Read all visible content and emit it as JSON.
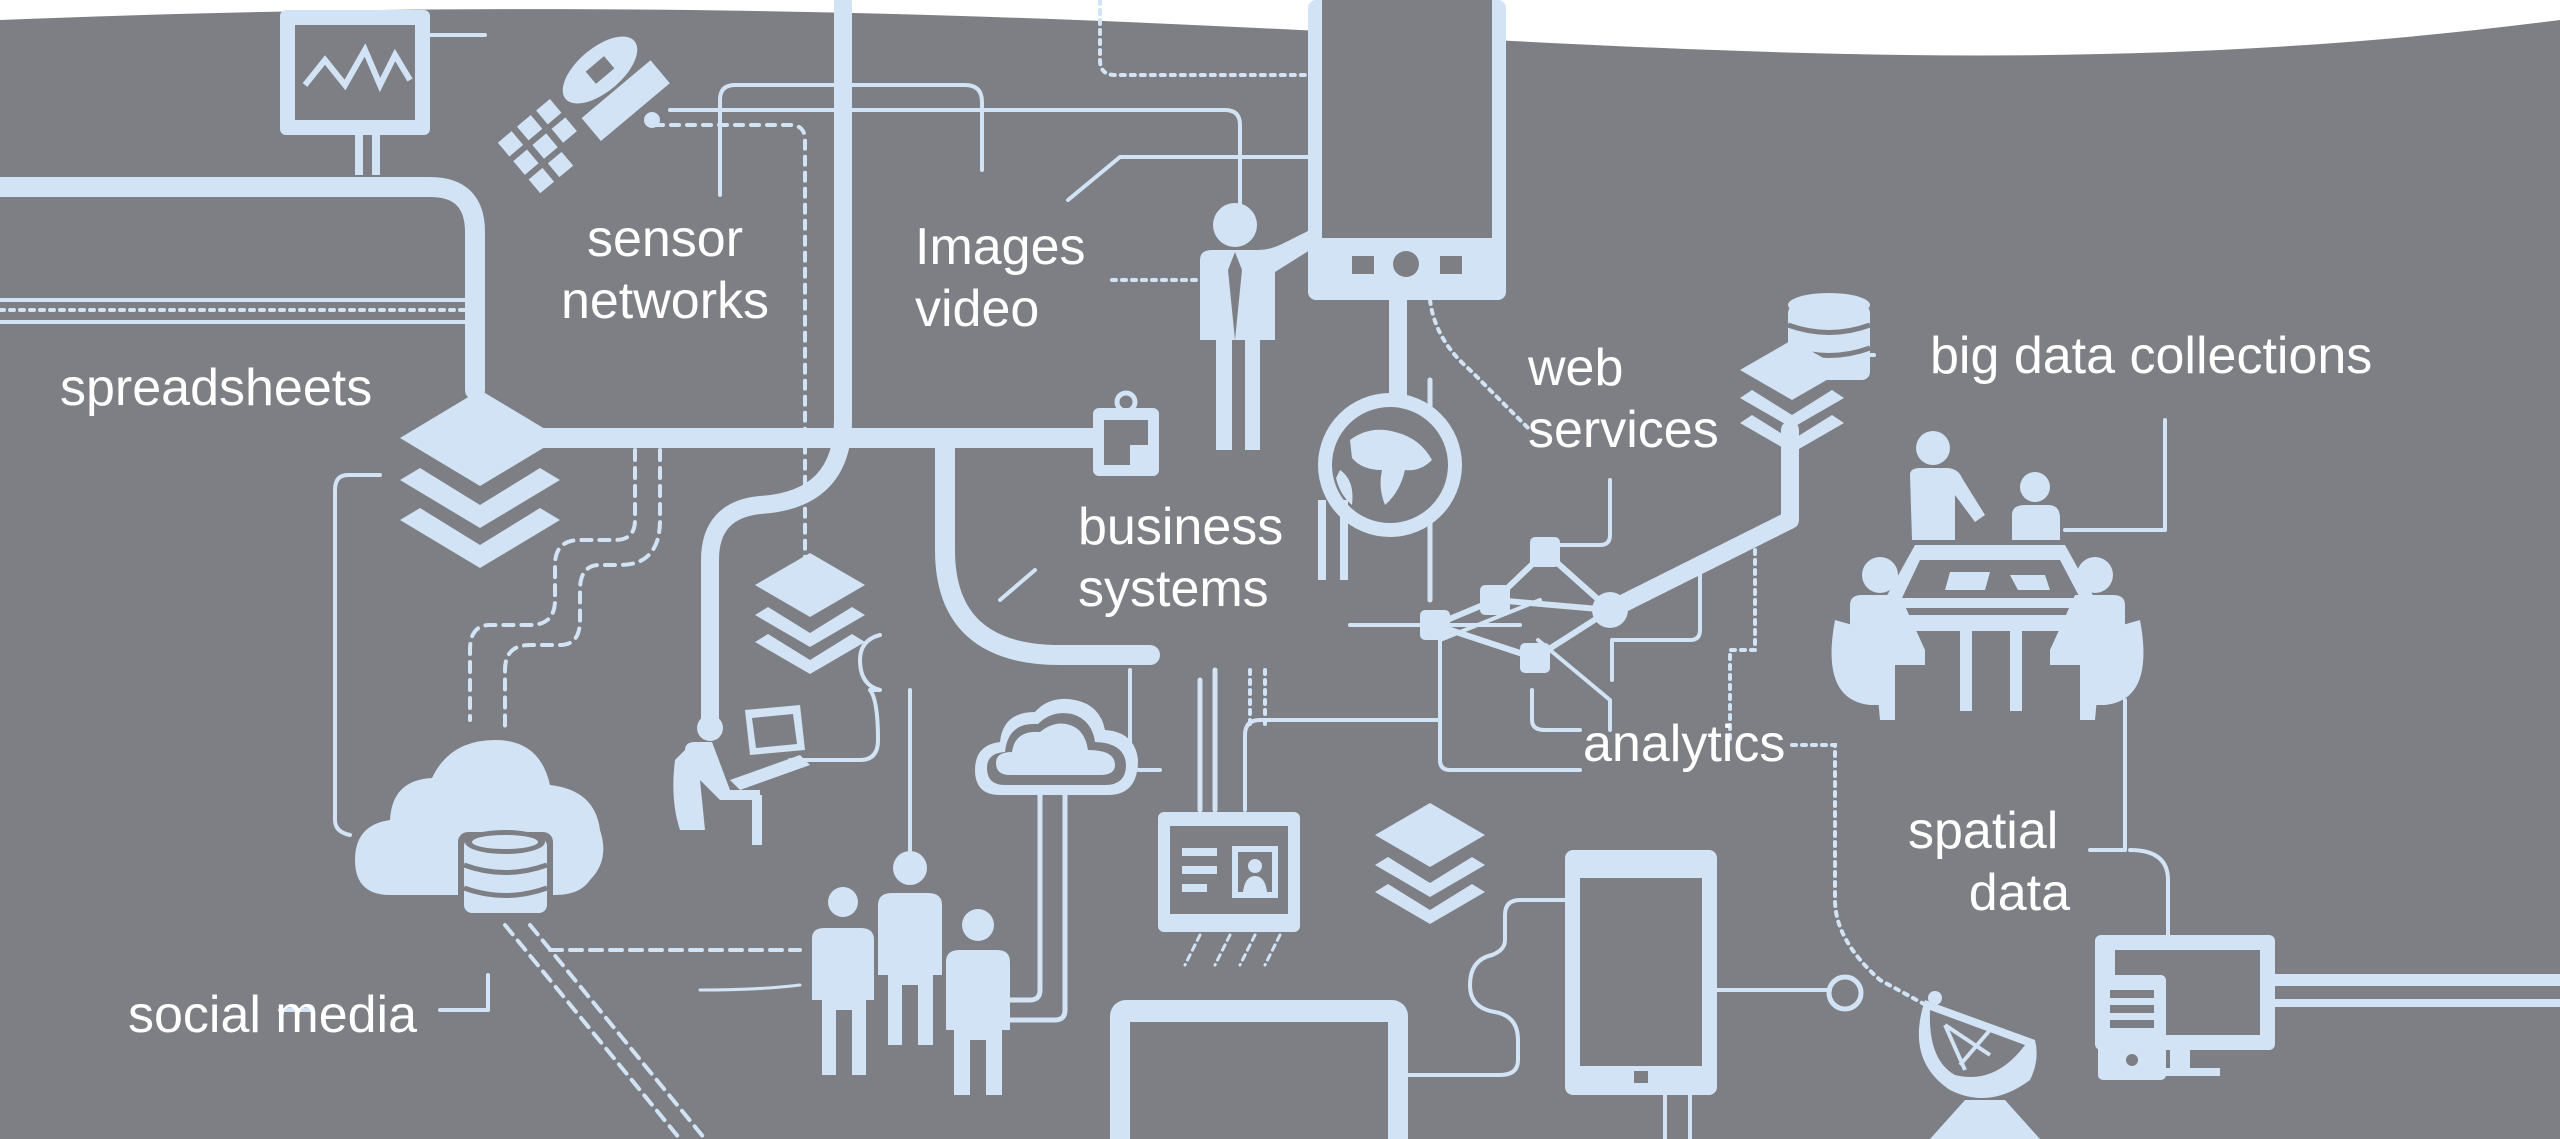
{
  "colors": {
    "background": "#7e7f84",
    "sky": "#ffffff",
    "shapes": "#d1e3f4",
    "label_text": "#ffffff"
  },
  "labels": {
    "sensor_networks": [
      "sensor",
      "networks"
    ],
    "images_video": [
      "Images",
      "video"
    ],
    "spreadsheets": "spreadsheets",
    "web_services": [
      "web",
      "services"
    ],
    "big_data_collections": "big data collections",
    "business_systems": [
      "business",
      "systems"
    ],
    "analytics": "analytics",
    "spatial_data": [
      "spatial",
      "data"
    ],
    "social_media": "social media"
  },
  "icons": [
    "monitor-chart-icon",
    "satellite-icon",
    "smartphone-icon",
    "presenter-icon",
    "globe-icon",
    "database-icon",
    "data-layers-icon",
    "clipboard-icon",
    "network-nodes-icon",
    "meeting-table-icon",
    "cloud-icon",
    "cloud-database-icon",
    "person-laptop-icon",
    "people-group-icon",
    "id-card-icon",
    "tablet-icon",
    "satellite-dish-icon",
    "desktop-computer-icon",
    "laptop-icon"
  ]
}
